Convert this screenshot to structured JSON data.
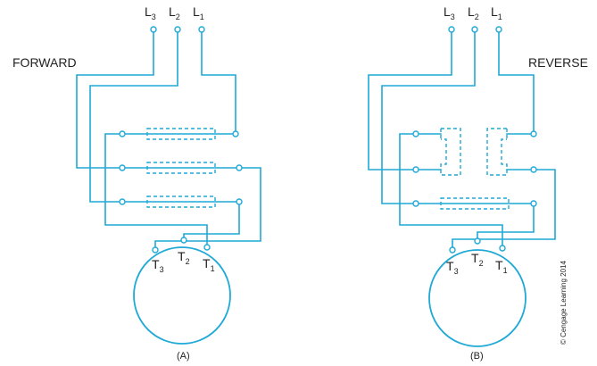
{
  "line_labels": {
    "l3": {
      "letter": "L",
      "sub": "3"
    },
    "l2": {
      "letter": "L",
      "sub": "2"
    },
    "l1": {
      "letter": "L",
      "sub": "1"
    }
  },
  "terminal_labels": {
    "t3": {
      "letter": "T",
      "sub": "3"
    },
    "t2": {
      "letter": "T",
      "sub": "2"
    },
    "t1": {
      "letter": "T",
      "sub": "1"
    }
  },
  "diagram_a": {
    "title": "FORWARD",
    "caption": "(A)"
  },
  "diagram_b": {
    "title": "REVERSE",
    "caption": "(B)"
  },
  "copyright": "© Cengage Learning 2014",
  "colors": {
    "wire": "#1fa9d6",
    "text": "#222222"
  }
}
